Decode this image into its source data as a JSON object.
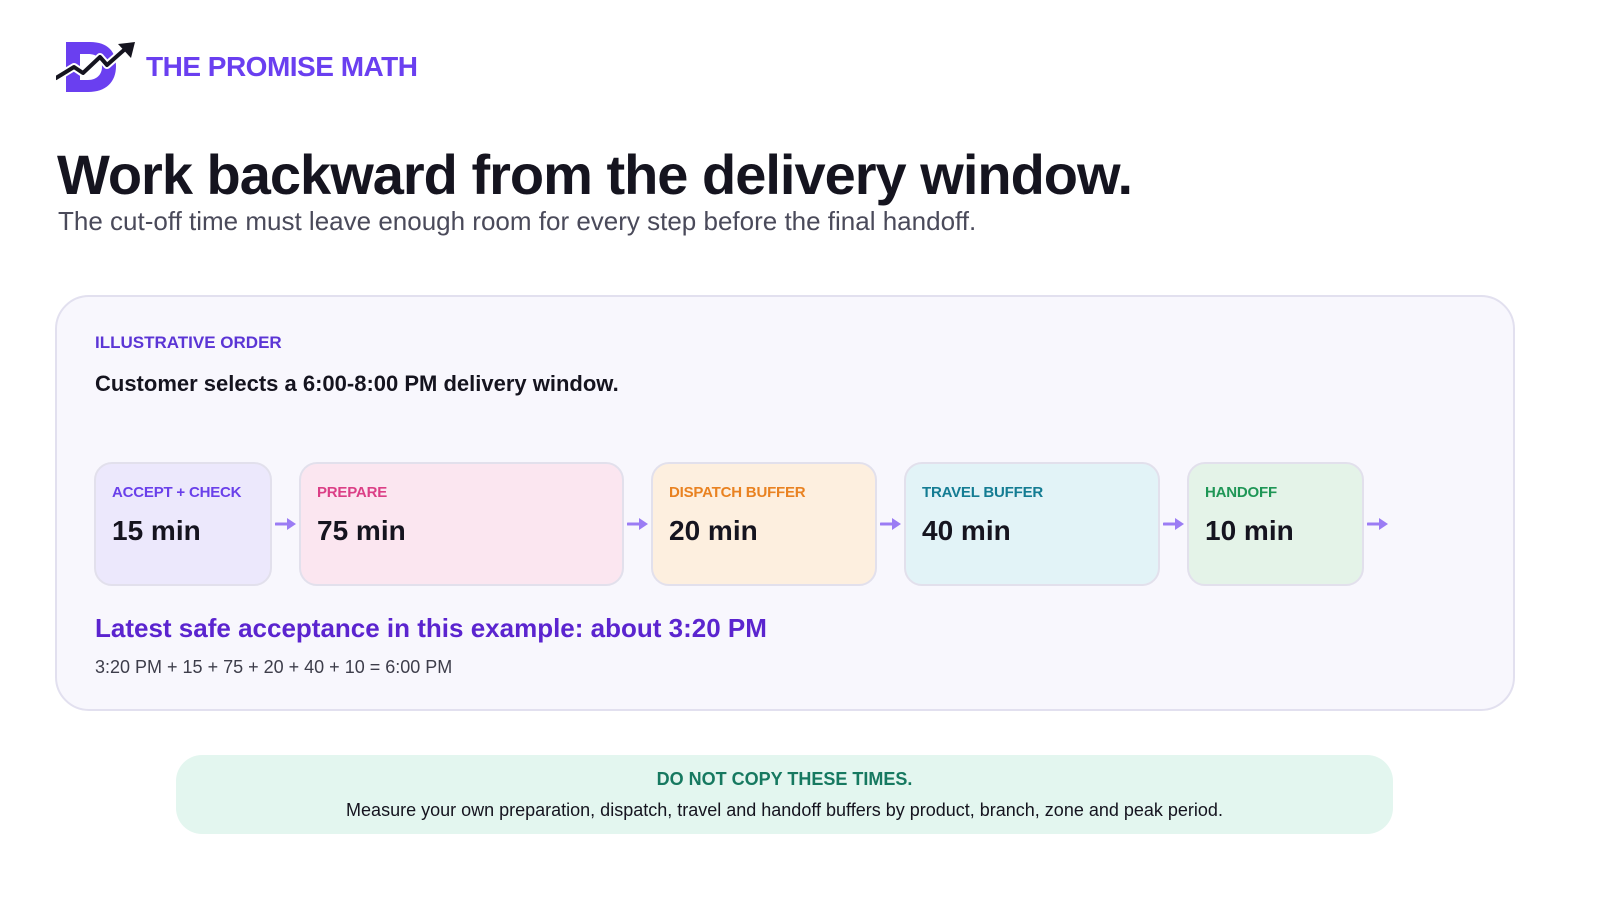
{
  "brand": {
    "name": "THE PROMISE MATH",
    "logo_icon": "trend-arrow-b-logo",
    "color": "#6a3ff0"
  },
  "headline": "Work backward from the delivery window.",
  "subheadline": "The cut-off time must leave enough room for every step before the final handoff.",
  "example": {
    "eyebrow": "ILLUSTRATIVE ORDER",
    "scenario": "Customer selects a 6:00-8:00 PM delivery window.",
    "steps": [
      {
        "label": "ACCEPT + CHECK",
        "value": "15 min",
        "minutes": 15,
        "color": "#6a40ea"
      },
      {
        "label": "PREPARE",
        "value": "75 min",
        "minutes": 75,
        "color": "#db3f86"
      },
      {
        "label": "DISPATCH BUFFER",
        "value": "20 min",
        "minutes": 20,
        "color": "#e98221"
      },
      {
        "label": "TRAVEL BUFFER",
        "value": "40 min",
        "minutes": 40,
        "color": "#147c93"
      },
      {
        "label": "HANDOFF",
        "value": "10 min",
        "minutes": 10,
        "color": "#1f9656"
      }
    ],
    "arrow_icon": "arrow-right-icon",
    "result": "Latest safe acceptance in this example: about 3:20 PM",
    "equation": "3:20 PM + 15 + 75 + 20 + 40 + 10 = 6:00 PM"
  },
  "note": {
    "title": "DO NOT COPY THESE TIMES.",
    "body": "Measure your own preparation, dispatch, travel and handoff buffers by product, branch, zone and peak period."
  }
}
